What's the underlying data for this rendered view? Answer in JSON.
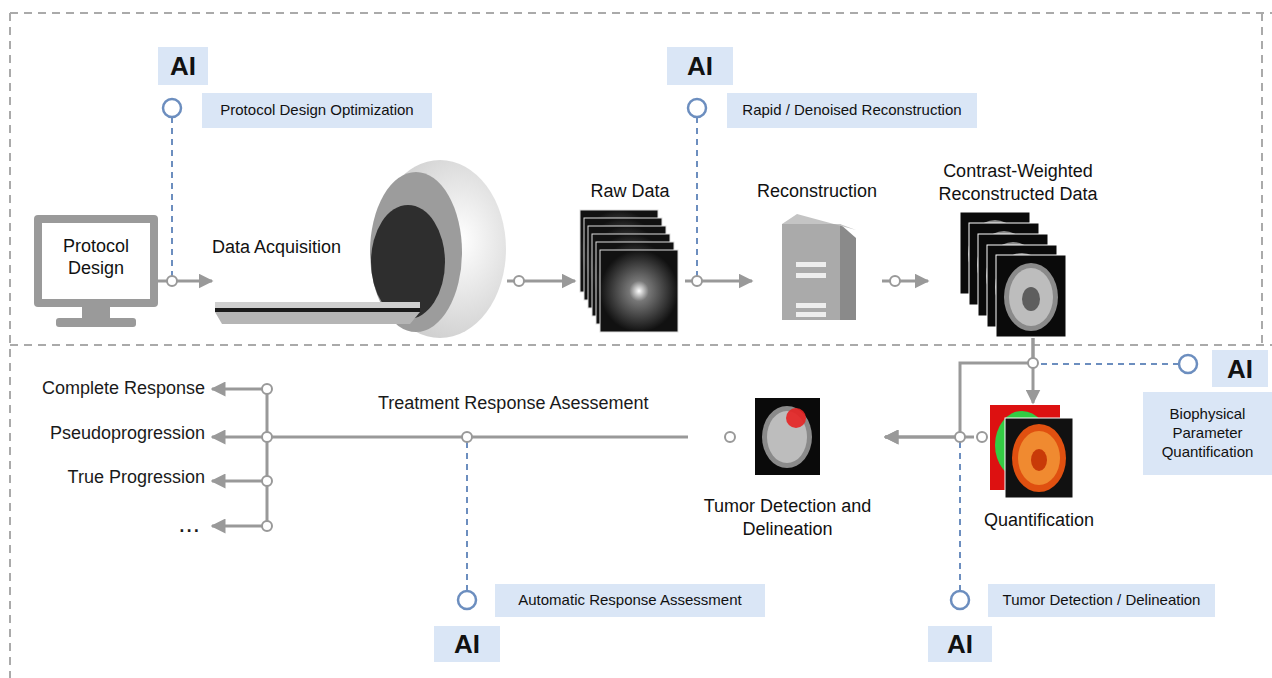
{
  "diagram": {
    "nodes": [
      {
        "text": [
          "AI"
        ]
      },
      {
        "text": [
          "Protocol Design Optimization"
        ]
      },
      {
        "text": [
          "AI"
        ]
      },
      {
        "text": [
          "Rapid / Denoised Reconstruction"
        ]
      },
      {
        "text": [
          "Protocol Design"
        ]
      },
      {
        "text": [
          "Data Acquisition"
        ]
      },
      {
        "text": [
          "Raw Data"
        ]
      },
      {
        "text": [
          "Reconstruction"
        ]
      },
      {
        "text": [
          "Contrast-Weighted Reconstructed Data"
        ]
      },
      {
        "text": [
          "AI"
        ]
      },
      {
        "text": [
          "Biophysical Parameter Quantification"
        ]
      },
      {
        "text": [
          "Quantification"
        ]
      },
      {
        "text": [
          "Tumor Detection and Delineation"
        ]
      },
      {
        "text": [
          "AI"
        ]
      },
      {
        "text": [
          "Tumor Detection / Delineation"
        ]
      },
      {
        "text": [
          "AI"
        ]
      },
      {
        "text": [
          "Automatic Response Assessment"
        ]
      }
    ],
    "edges": [
      {
        "from": 4,
        "to": 5,
        "arrow": "to"
      },
      {
        "from": 5,
        "to": 6,
        "arrow": "to"
      },
      {
        "from": 6,
        "to": 7,
        "arrow": "to"
      },
      {
        "from": 7,
        "to": 8,
        "arrow": "to"
      },
      {
        "from": 8,
        "to": 11,
        "arrow": "to"
      },
      {
        "from": 8,
        "to": 12,
        "arrow": "to"
      },
      {
        "from": 11,
        "to": 12,
        "arrow": "to"
      }
    ],
    "labels": [
      "Treatment Response Asessement",
      "Complete Response",
      "Pseudoprogression",
      "True Progression",
      "..."
    ]
  }
}
